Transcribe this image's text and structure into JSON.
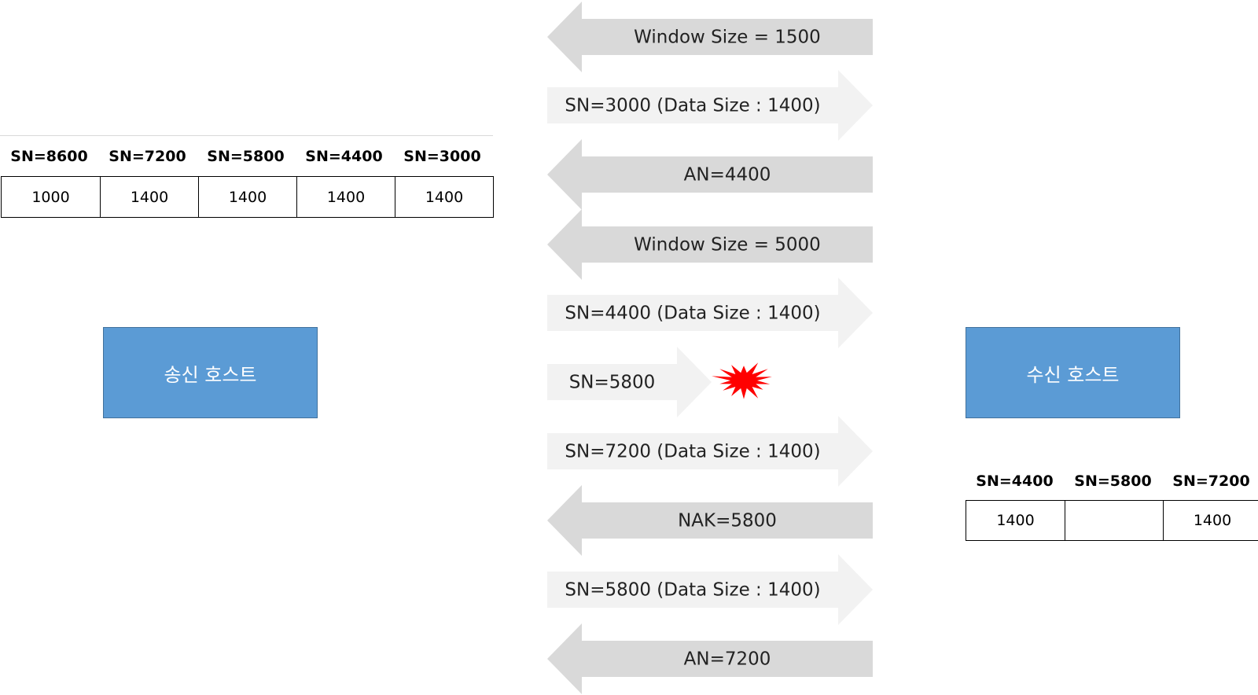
{
  "sender_host": {
    "label": "송신 호스트"
  },
  "receiver_host": {
    "label": "수신 호스트"
  },
  "sender_buffer": {
    "headers": [
      "SN=8600",
      "SN=7200",
      "SN=5800",
      "SN=4400",
      "SN=3000"
    ],
    "values": [
      "1000",
      "1400",
      "1400",
      "1400",
      "1400"
    ]
  },
  "receiver_buffer": {
    "headers": [
      "SN=4400",
      "SN=5800",
      "SN=7200"
    ],
    "values": [
      "1400",
      "",
      "1400"
    ]
  },
  "messages": [
    {
      "label": "Window Size  =  1500",
      "direction": "left"
    },
    {
      "label": "SN=3000 (Data Size : 1400)",
      "direction": "right"
    },
    {
      "label": "AN=4400",
      "direction": "left"
    },
    {
      "label": "Window Size  =  5000",
      "direction": "left"
    },
    {
      "label": "SN=4400 (Data Size : 1400)",
      "direction": "right"
    },
    {
      "label": "SN=5800",
      "direction": "right",
      "lost": true
    },
    {
      "label": "SN=7200 (Data Size : 1400)",
      "direction": "right"
    },
    {
      "label": "NAK=5800",
      "direction": "left"
    },
    {
      "label": "SN=5800 (Data Size : 1400)",
      "direction": "right"
    },
    {
      "label": "AN=7200",
      "direction": "left"
    }
  ],
  "colors": {
    "host_fill": "#5b9bd5",
    "left_arrow": "#d9d9d9",
    "right_arrow": "#f2f2f2",
    "loss_burst": "#ff0000"
  }
}
